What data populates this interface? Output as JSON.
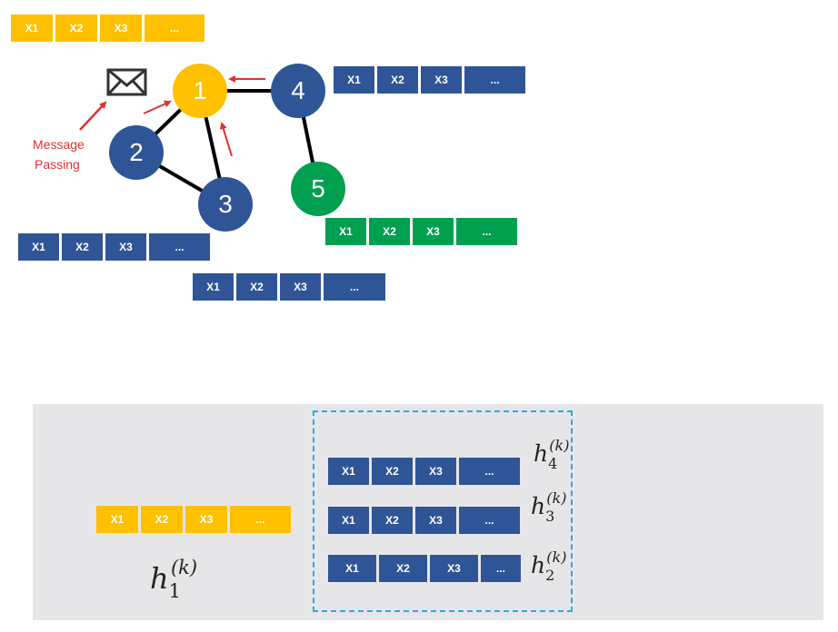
{
  "colors": {
    "yellow": "#FFC000",
    "blue": "#2F5597",
    "green": "#00A050",
    "edge": "#000000",
    "arrow": "#E03030",
    "panel": "#E6E6E8",
    "dashed_border": "#2FA8E0"
  },
  "vector_cells": [
    "X1",
    "X2",
    "X3",
    "..."
  ],
  "graph": {
    "nodes": [
      {
        "id": "1",
        "label": "1",
        "color": "yellow"
      },
      {
        "id": "2",
        "label": "2",
        "color": "blue"
      },
      {
        "id": "3",
        "label": "3",
        "color": "blue"
      },
      {
        "id": "4",
        "label": "4",
        "color": "blue"
      },
      {
        "id": "5",
        "label": "5",
        "color": "green"
      }
    ],
    "edges": [
      [
        "1",
        "2"
      ],
      [
        "1",
        "3"
      ],
      [
        "1",
        "4"
      ],
      [
        "2",
        "3"
      ],
      [
        "4",
        "5"
      ]
    ],
    "message_arrows_into": "1"
  },
  "message_icon": "envelope-icon",
  "message_label_line1": "Message",
  "message_label_line2": "Passing",
  "aggregation": {
    "target": {
      "base": "h",
      "sup": "(k)",
      "sub": "1"
    },
    "neighbors": [
      {
        "base": "h",
        "sup": "(k)",
        "sub": "4"
      },
      {
        "base": "h",
        "sup": "(k)",
        "sub": "3"
      },
      {
        "base": "h",
        "sup": "(k)",
        "sub": "2"
      }
    ]
  }
}
